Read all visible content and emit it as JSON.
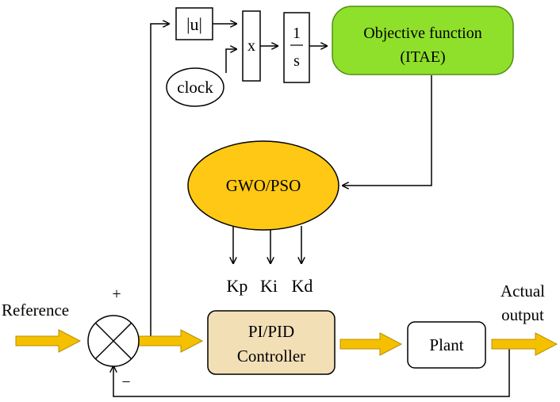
{
  "blocks": {
    "abs": "|u|",
    "multiply": "x",
    "integrator_num": "1",
    "integrator_den": "s",
    "clock": "clock",
    "objective_line1": "Objective function",
    "objective_line2": "(ITAE)",
    "optimizer": "GWO/PSO",
    "controller_line1": "PI/PID",
    "controller_line2": "Controller",
    "plant": "Plant"
  },
  "gains": {
    "kp": "Kp",
    "ki": "Ki",
    "kd": "Kd"
  },
  "signals": {
    "reference": "Reference",
    "actual_line1": "Actual",
    "actual_line2": "output",
    "plus_sign": "+",
    "minus_sign": "−"
  },
  "colors": {
    "objective_fill": "#8FE02A",
    "optimizer_fill": "#FFC814",
    "controller_fill": "#F3DFB6",
    "arrow_fill": "#F5C000",
    "line": "#000000"
  }
}
